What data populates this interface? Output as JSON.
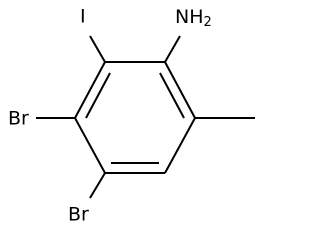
{
  "molecule": {
    "atoms": {
      "amine": {
        "element": "N",
        "hydrogen": "H",
        "hydrogen_count": "2"
      },
      "iodo": {
        "element": "I"
      },
      "bromo_upper": {
        "element": "Br"
      },
      "bromo_lower": {
        "element": "Br"
      }
    },
    "substituents": [
      "NH2",
      "I",
      "Br",
      "Br",
      "CH3"
    ],
    "bond_types": [
      "aromatic-ring",
      "single",
      "single",
      "single",
      "single",
      "single"
    ]
  }
}
